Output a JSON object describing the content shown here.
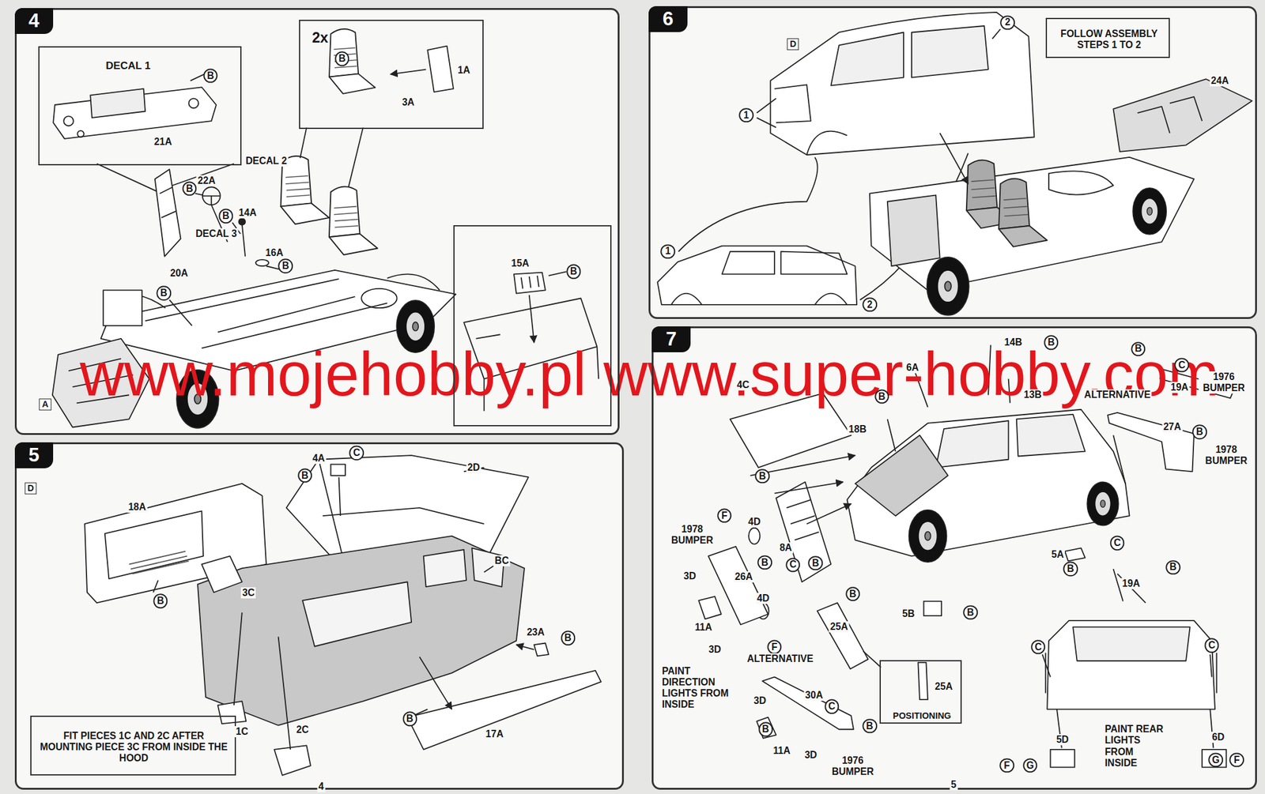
{
  "diagram": {
    "nodes": [
      {
        "text": [
          "4"
        ]
      },
      {
        "text": [
          "2x"
        ],
        "in": 0
      },
      {
        "text": [
          "DECAL 1"
        ],
        "in": 0
      },
      {
        "text": [
          "15A"
        ],
        "in": 0
      },
      {
        "text": [
          "5"
        ]
      },
      {
        "text": [
          "FIT PIECES 1C AND 2C AFTER MOUNTING PIECE 3C FROM INSIDE THE HOOD"
        ],
        "in": 4
      },
      {
        "text": [
          "6"
        ]
      },
      {
        "text": [
          "FOLLOW ASSEMBLY STEPS 1 TO 2"
        ],
        "in": 6
      },
      {
        "text": [
          "7"
        ]
      },
      {
        "text": [
          "25A",
          "POSITIONING"
        ],
        "in": 8
      }
    ],
    "labels": [
      "B",
      "21A",
      "B",
      "3A",
      "1A",
      "DECAL 2",
      "22A",
      "B",
      "B",
      "14A",
      "DECAL 3",
      "16A",
      "B",
      "20A",
      "B",
      "B",
      "A",
      "D",
      "4A",
      "C",
      "B",
      "2D",
      "18A",
      "BC",
      "B",
      "3C",
      "23A",
      "B",
      "1C",
      "2C",
      "B",
      "17A",
      "4",
      "D",
      "2",
      "24A",
      "1",
      "1",
      "2",
      "14B",
      "B",
      "B",
      "6A",
      "C",
      "1976 BUMPER",
      "4C",
      "13B",
      "19A",
      "ALTERNATIVE",
      "B",
      "27A",
      "B",
      "18B",
      "1978 BUMPER",
      "B",
      "F",
      "4D",
      "1978 BUMPER",
      "8A",
      "5A",
      "C",
      "B",
      "C",
      "B",
      "B",
      "B",
      "3D",
      "26A",
      "19A",
      "B",
      "4D",
      "5B",
      "B",
      "25A",
      "11A",
      "C",
      "C",
      "F",
      "3D",
      "ALTERNATIVE",
      "PAINT DIRECTION LIGHTS FROM INSIDE",
      "30A",
      "3D",
      "C",
      "B",
      "B",
      "PAINT REAR LIGHTS FROM INSIDE",
      "5D",
      "6D",
      "11A",
      "3D",
      "G",
      "F",
      "1976 BUMPER",
      "F",
      "G",
      "5",
      "www.mojehobby.pl www.super-hobby.com"
    ]
  }
}
